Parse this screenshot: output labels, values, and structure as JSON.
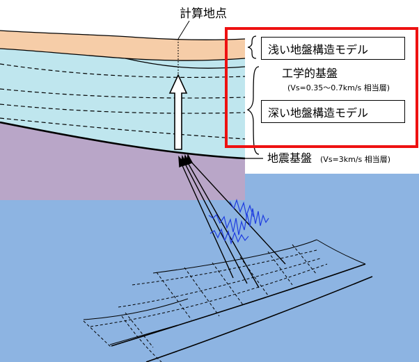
{
  "labels": {
    "calc_point": "計算地点",
    "shallow_model": "浅い地盤構造モデル",
    "engineering_base": "工学的基盤",
    "engineering_base_note": "(Vs=0.35～0.7km/s 相当層)",
    "deep_model": "深い地盤構造モデル",
    "seismic_base": "地震基盤",
    "seismic_base_note": "(Vs=3km/s 相当層)"
  },
  "colors": {
    "surface_layer": "#F6CDA8",
    "sediment_layer": "#BFE6EE",
    "seismic_base_layer": "#B9A6C8",
    "crust": "#8DB4E2",
    "waveform": "#1E3CE0",
    "highlight_frame": "#EE1111"
  }
}
